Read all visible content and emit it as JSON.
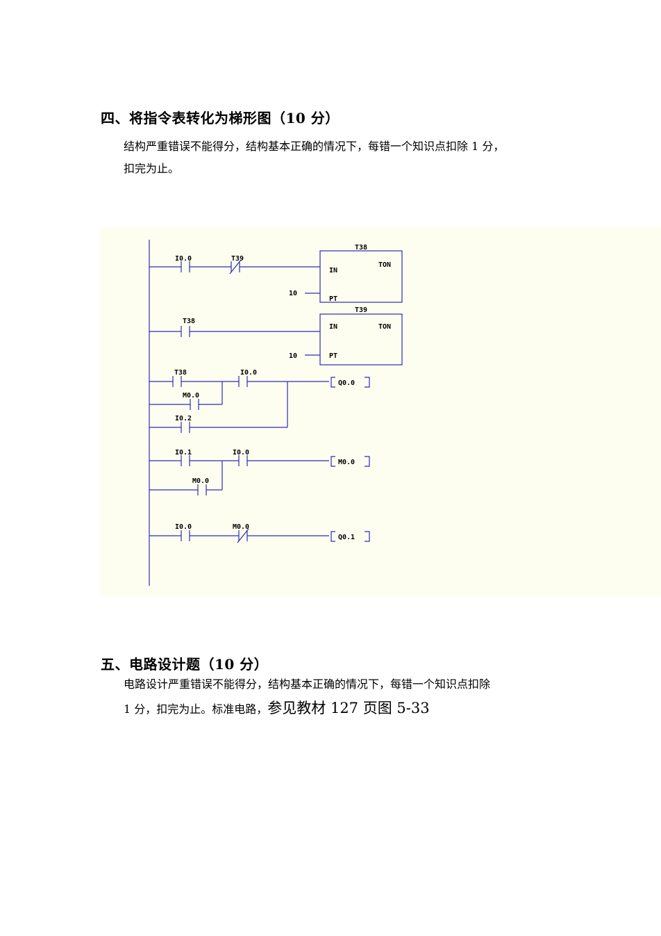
{
  "section4": {
    "heading": "四、将指令表转化为梯形图（10 分）",
    "para_line1": "结构严重错误不能得分，结构基本正确的情况下，每错一个知识点扣除 1 分，",
    "para_line2": "扣完为止。"
  },
  "ladder": {
    "timer1": {
      "name": "T38",
      "type": "TON",
      "in": "IN",
      "pt": "PT",
      "preset": "10"
    },
    "timer2": {
      "name": "T39",
      "type": "TON",
      "in": "IN",
      "pt": "PT",
      "preset": "10"
    },
    "rung1": {
      "contact1": "I0.0",
      "contact2": "T39"
    },
    "rung2": {
      "contact1": "T38"
    },
    "rung3": {
      "contact1": "T38",
      "contact2": "I0.0",
      "parallel1": "M0.0",
      "parallel2": "I0.2",
      "coil": "Q0.0"
    },
    "rung4": {
      "contact1": "I0.1",
      "contact2": "I0.0",
      "parallel1": "M0.0",
      "coil": "M0.0"
    },
    "rung5": {
      "contact1": "I0.0",
      "contact2": "M0.0",
      "coil": "Q0.1"
    }
  },
  "section5": {
    "heading": "五、电路设计题（10 分）",
    "para_line1": "电路设计严重错误不能得分，结构基本正确的情况下，每错一个知识点扣除",
    "para_line2a": "1 分，扣完为止。标准电路，",
    "para_line2b": "参见教材 127 页图 5-33"
  }
}
